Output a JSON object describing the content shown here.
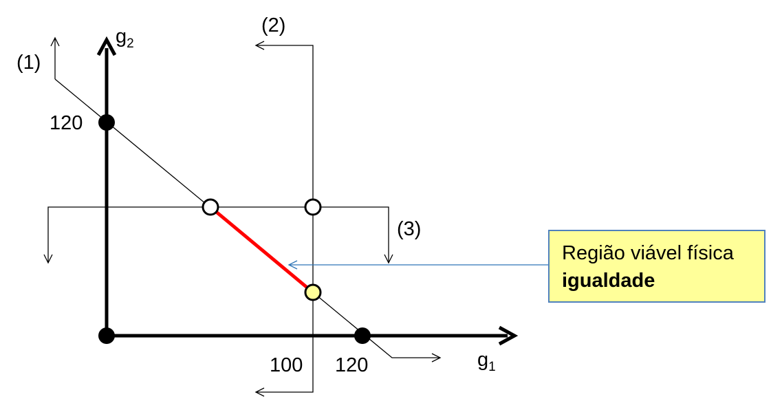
{
  "axes": {
    "x_label": "g",
    "x_subscript": "1",
    "y_label": "g",
    "y_subscript": "2"
  },
  "ticks": {
    "x_100": "100",
    "x_120": "120",
    "y_120": "120"
  },
  "constraints": {
    "c1": "(1)",
    "c2": "(2)",
    "c3": "(3)"
  },
  "callout": {
    "line1": "Região viável física",
    "line2": "igualdade"
  },
  "colors": {
    "feasible_segment": "#ff0000",
    "callout_border": "#4f81bd",
    "callout_fill": "#ffff99",
    "arrow_blue": "#2e75b6"
  }
}
